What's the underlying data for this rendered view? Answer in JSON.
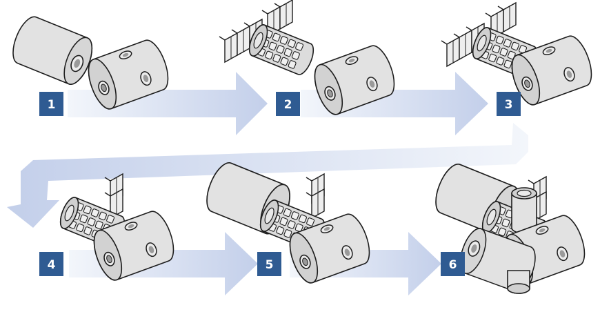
{
  "steps": [
    {
      "label": "1"
    },
    {
      "label": "2"
    },
    {
      "label": "3"
    },
    {
      "label": "4"
    },
    {
      "label": "5"
    },
    {
      "label": "6"
    }
  ],
  "colors": {
    "badge": "#2f5b92",
    "arrow_light": "#f2f5fb",
    "arrow_dark": "#c6d2ec",
    "module_fill": "#e3e3e3",
    "module_stroke": "#1d1d1d"
  }
}
